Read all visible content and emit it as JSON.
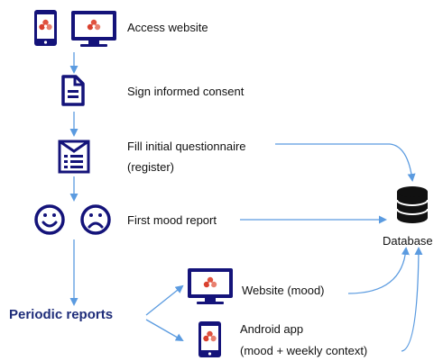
{
  "colors": {
    "icon": "#14137a",
    "arrow": "#5b9be0",
    "logo": "#e0523f",
    "accent_text": "#1f2d7a"
  },
  "icons": {
    "access_phone": "phone-icon",
    "access_monitor": "monitor-icon",
    "consent": "document-icon",
    "questionnaire": "form-icon",
    "happy": "happy-face-icon",
    "sad": "sad-face-icon",
    "database": "database-icon",
    "website": "monitor-icon",
    "android": "phone-icon"
  },
  "steps": {
    "access": "Access website",
    "consent": "Sign informed consent",
    "questionnaire_line1": "Fill initial questionnaire",
    "questionnaire_line2": "(register)",
    "mood": "First mood report",
    "periodic": "Periodic reports",
    "website": "Website (mood)",
    "android_line1": "Android app",
    "android_line2": "(mood + weekly context)"
  },
  "database": {
    "label": "Database"
  }
}
